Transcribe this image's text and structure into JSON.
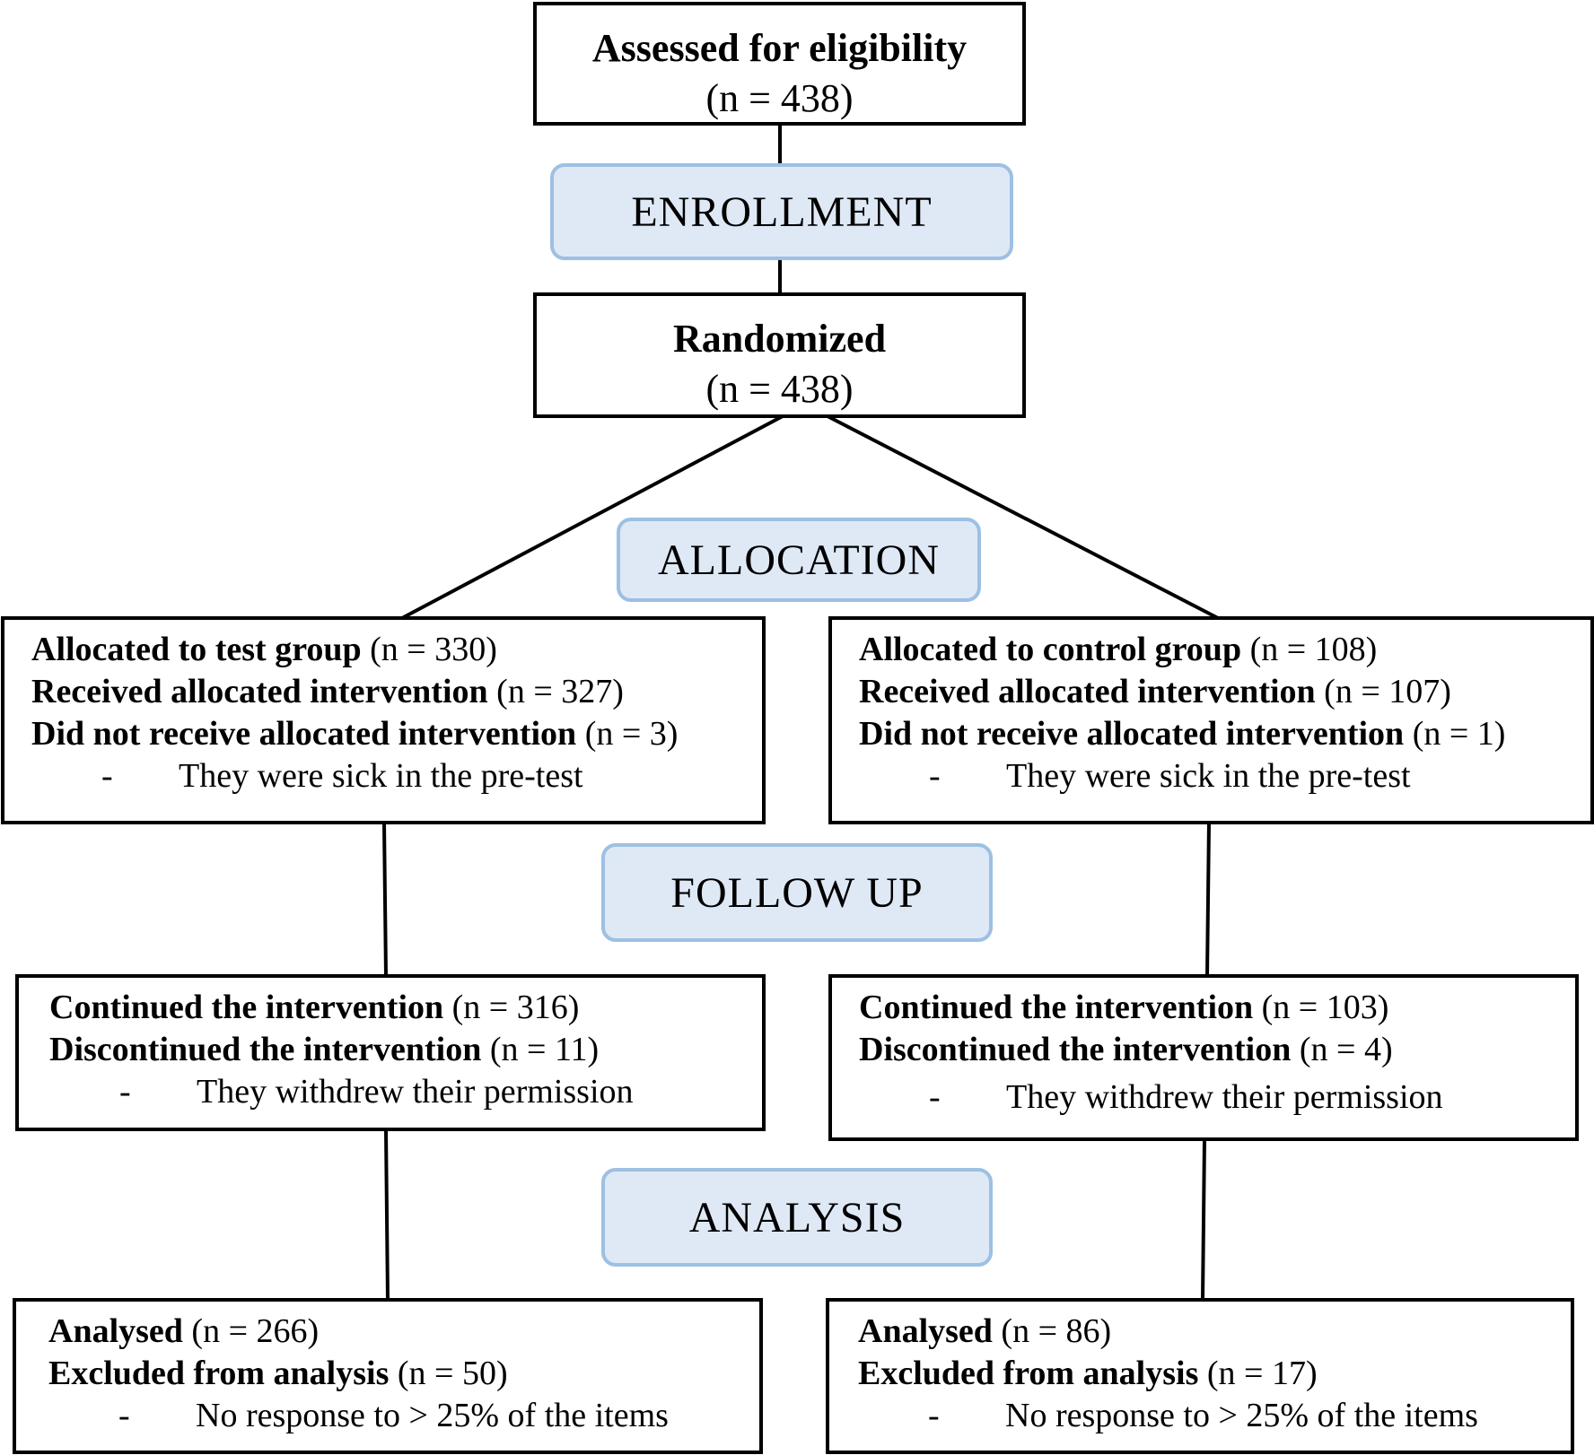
{
  "assessed": {
    "title": "Assessed for eligibility",
    "count": "(n = 438)"
  },
  "stages": {
    "enrollment": "ENROLLMENT",
    "allocation": "ALLOCATION",
    "follow_up": "FOLLOW UP",
    "analysis": "ANALYSIS"
  },
  "randomized": {
    "title": "Randomized",
    "count": "(n = 438)"
  },
  "allocation": {
    "test": {
      "lines": [
        {
          "label": "Allocated to test group",
          "count": "(n = 330)"
        },
        {
          "label": "Received allocated intervention",
          "count": "(n = 327)"
        },
        {
          "label": "Did not receive allocated intervention",
          "count": "(n = 3)"
        }
      ],
      "dash": "-",
      "reason": "They were sick in the pre-test"
    },
    "control": {
      "lines": [
        {
          "label": "Allocated to control group",
          "count": "(n = 108)"
        },
        {
          "label": "Received allocated intervention",
          "count": "(n = 107)"
        },
        {
          "label": "Did not receive allocated intervention",
          "count": "(n = 1)"
        }
      ],
      "dash": "-",
      "reason": "They were sick in the pre-test"
    }
  },
  "follow_up": {
    "test": {
      "lines": [
        {
          "label": "Continued the intervention",
          "count": "(n = 316)"
        },
        {
          "label": "Discontinued the intervention",
          "count": "(n = 11)"
        }
      ],
      "dash": "-",
      "reason": "They withdrew their permission"
    },
    "control": {
      "lines": [
        {
          "label": "Continued the intervention",
          "count": "(n = 103)"
        },
        {
          "label": "Discontinued the intervention",
          "count": "(n = 4)"
        }
      ],
      "dash": "-",
      "reason": "They withdrew their permission"
    }
  },
  "analysis": {
    "test": {
      "lines": [
        {
          "label": "Analysed",
          "count": "(n = 266)"
        },
        {
          "label": "Excluded from analysis",
          "count": "(n = 50)"
        }
      ],
      "dash": "-",
      "reason": "No response to > 25% of the items"
    },
    "control": {
      "lines": [
        {
          "label": "Analysed",
          "count": "(n = 86)"
        },
        {
          "label": "Excluded from analysis",
          "count": "(n = 17)"
        }
      ],
      "dash": "-",
      "reason": "No response to > 25% of the items"
    }
  }
}
